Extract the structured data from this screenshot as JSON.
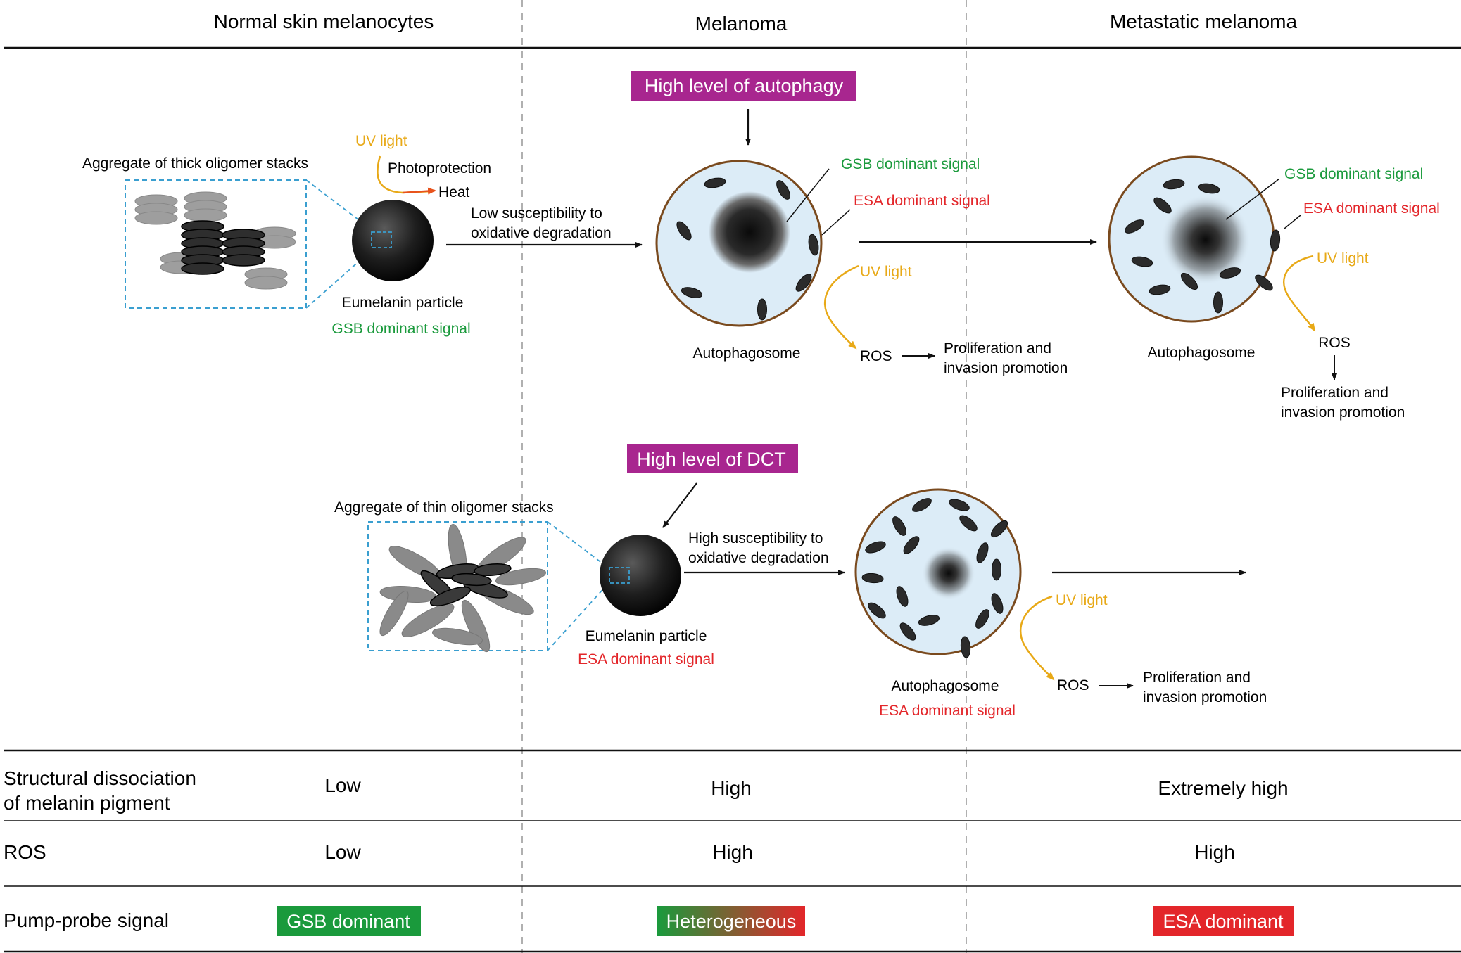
{
  "columns": [
    "Normal skin melanocytes",
    "Melanoma",
    "Metastatic melanoma"
  ],
  "top": {
    "aggregate_label": "Aggregate of thick oligomer stacks",
    "uv_light": "UV light",
    "photoprotection": "Photoprotection",
    "heat": "Heat",
    "particle_label": "Eumelanin particle",
    "particle_signal": "GSB dominant signal",
    "susceptibility": [
      "Low susceptibility to",
      "oxidative degradation"
    ],
    "autophagy_box": "High level of autophagy",
    "melanoma": {
      "gsb": "GSB dominant signal",
      "esa": "ESA dominant signal",
      "uv": "UV light",
      "autophagosome": "Autophagosome",
      "ros": "ROS",
      "prolif": [
        "Proliferation and",
        "invasion promotion"
      ]
    },
    "metastatic": {
      "gsb": "GSB dominant signal",
      "esa": "ESA dominant signal",
      "uv": "UV light",
      "autophagosome": "Autophagosome",
      "ros": "ROS",
      "prolif": [
        "Proliferation and",
        "invasion promotion"
      ]
    }
  },
  "bottom": {
    "dct_box": "High level of DCT",
    "aggregate_label": "Aggregate of thin oligomer stacks",
    "susceptibility": [
      "High susceptibility to",
      "oxidative degradation"
    ],
    "particle_label": "Eumelanin particle",
    "particle_signal": "ESA dominant signal",
    "uv": "UV light",
    "autophagosome": "Autophagosome",
    "autophagosome_signal": "ESA dominant signal",
    "ros": "ROS",
    "prolif": [
      "Proliferation and",
      "invasion promotion"
    ]
  },
  "table": {
    "rows": [
      {
        "label": [
          "Structural dissociation",
          "of melanin pigment"
        ],
        "values": [
          "Low",
          "High",
          "Extremely high"
        ]
      },
      {
        "label": [
          "ROS"
        ],
        "values": [
          "Low",
          "High",
          "High"
        ]
      },
      {
        "label": [
          "Pump-probe signal"
        ],
        "values": [
          "GSB dominant",
          "Heterogeneous",
          "ESA dominant"
        ]
      }
    ]
  },
  "colors": {
    "green": "#1a9a3c",
    "red": "#e3262a",
    "orange": "#e8a917",
    "magenta": "#a8268f",
    "cyan": "#3a9fd0",
    "cell_fill": "#dcecf7",
    "cell_border": "#7a4a1e"
  }
}
